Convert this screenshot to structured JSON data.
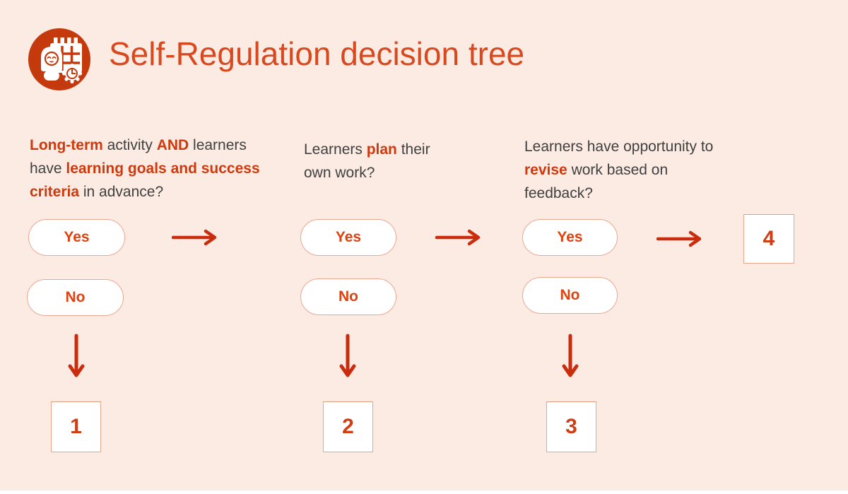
{
  "header": {
    "title": "Self-Regulation decision tree",
    "icon": "schedule-person-icon"
  },
  "theme": {
    "background": "#fcebe3",
    "title_color": "#d8491f",
    "icon_circle": "#c43a0c",
    "question_text": "#404040",
    "highlight_text": "#ce390d",
    "pill_text": "#df420e",
    "pill_border": "#eda791",
    "arrow_color": "#c92d0d",
    "box_border": "#e7a68d",
    "box_number": "#cf3f16"
  },
  "columns": [
    {
      "question_segments": [
        {
          "text": "Long-term",
          "highlight": true
        },
        {
          "text": " activity ",
          "highlight": false
        },
        {
          "text": "AND",
          "highlight": true
        },
        {
          "text": " learners have ",
          "highlight": false
        },
        {
          "text": "learning goals and success criteria",
          "highlight": true
        },
        {
          "text": " in advance?",
          "highlight": false
        }
      ],
      "yes_label": "Yes",
      "no_label": "No",
      "no_outcome": "1"
    },
    {
      "question_segments": [
        {
          "text": "Learners ",
          "highlight": false
        },
        {
          "text": "plan",
          "highlight": true
        },
        {
          "text": " their own work?",
          "highlight": false
        }
      ],
      "yes_label": "Yes",
      "no_label": "No",
      "no_outcome": "2"
    },
    {
      "question_segments": [
        {
          "text": "Learners have opportunity to ",
          "highlight": false
        },
        {
          "text": "revise",
          "highlight": true
        },
        {
          "text": " work based on feedback?",
          "highlight": false
        }
      ],
      "yes_label": "Yes",
      "no_label": "No",
      "no_outcome": "3",
      "yes_outcome": "4"
    }
  ]
}
